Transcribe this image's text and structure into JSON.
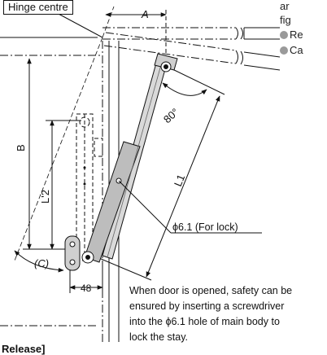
{
  "labels": {
    "hinge_centre": "Hinge centre",
    "dim_a": "A",
    "dim_b": "B",
    "dim_l1": "L1",
    "dim_l2": "L'2",
    "dim_c": "(C)",
    "dim_48": "48",
    "angle": "80°",
    "lock_hole": "ϕ6.1 (For lock)"
  },
  "side_notes": {
    "line1": "ar",
    "line2": "fig",
    "line3": "Re",
    "line4": "Ca"
  },
  "lock_note": {
    "line1": "When door is opened, safety can be",
    "line2": "ensured by inserting a screwdriver",
    "line3": "into the ϕ6.1 hole of main body to",
    "line4": "lock the stay."
  },
  "bottom_heading": "Release]"
}
